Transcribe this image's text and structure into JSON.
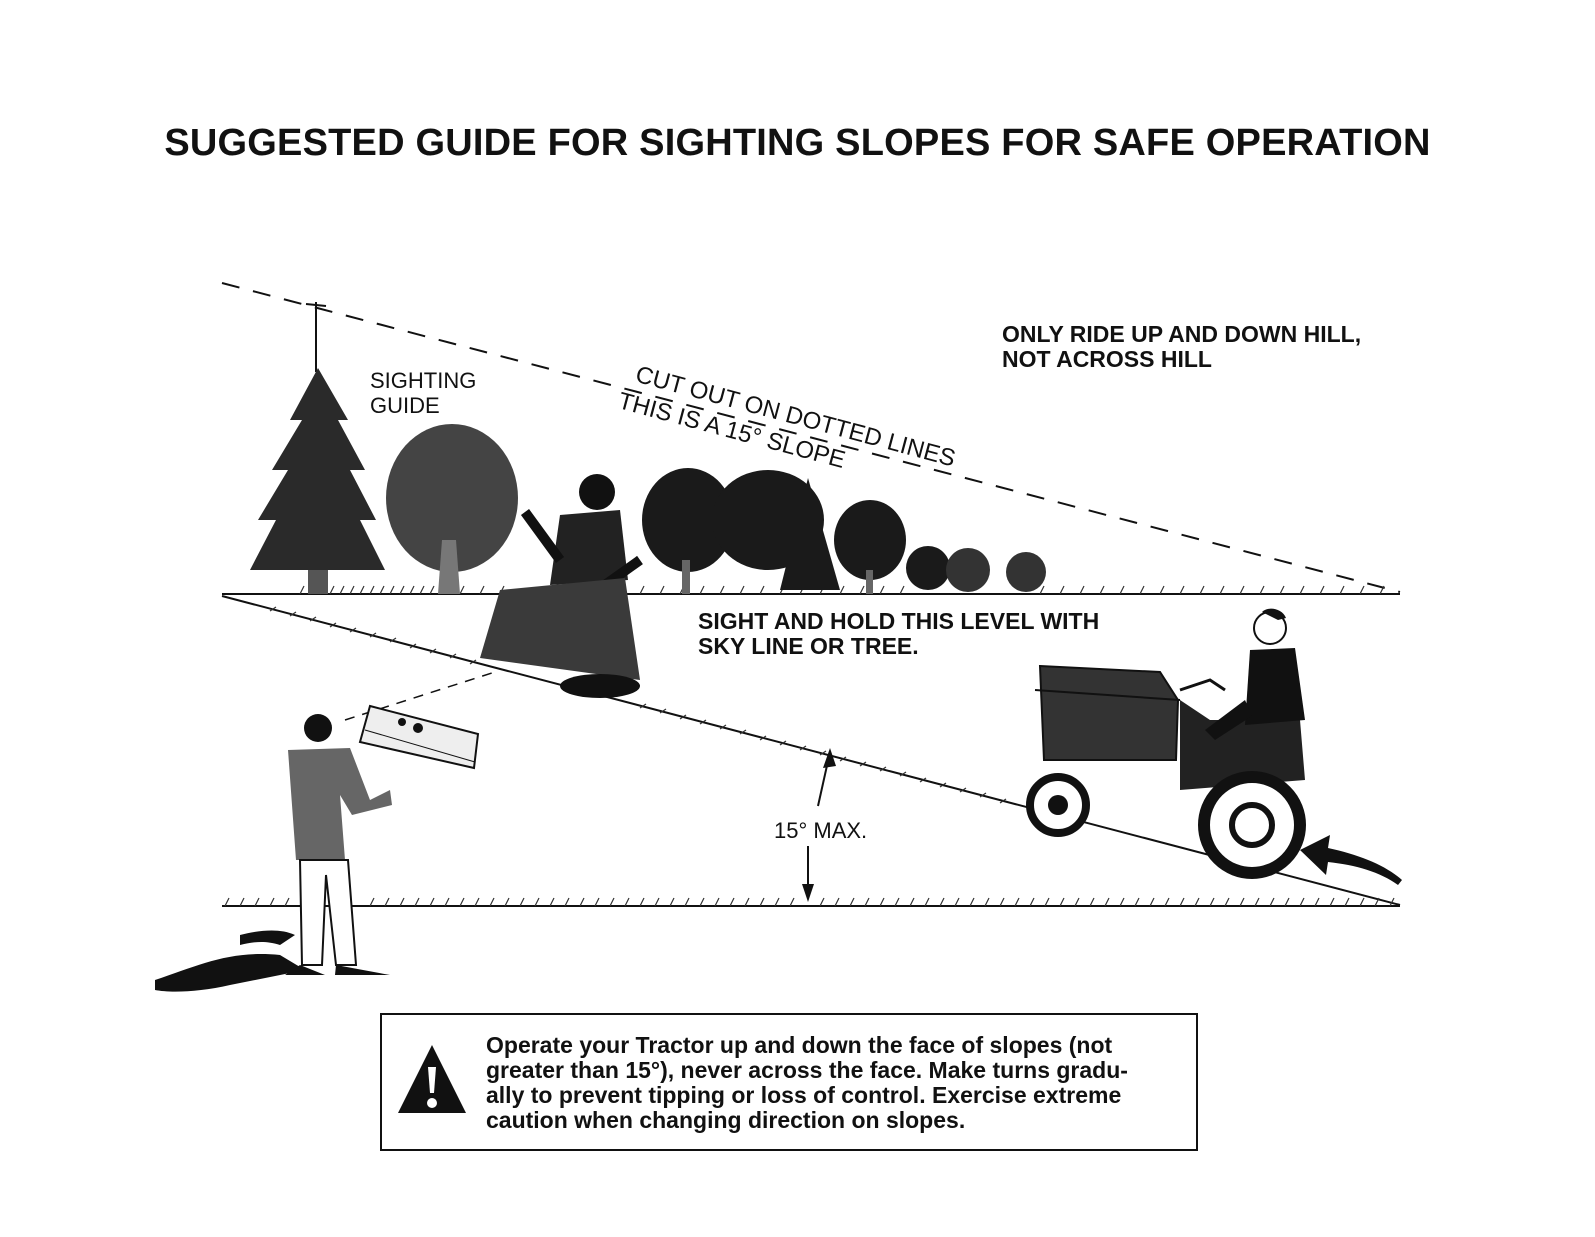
{
  "title": "SUGGESTED GUIDE FOR SIGHTING SLOPES FOR SAFE OPERATION",
  "figure": {
    "sighting_guide_label": [
      "SIGHTING",
      "GUIDE"
    ],
    "cut_out_label": "CUT OUT ON DOTTED LINES",
    "slope_label": "THIS IS A 15° SLOPE",
    "ride_instruction": [
      "ONLY RIDE UP AND DOWN HILL,",
      "NOT ACROSS HILL"
    ],
    "hold_instruction": [
      "SIGHT AND HOLD THIS LEVEL WITH",
      "SKY LINE OR TREE."
    ],
    "max_angle_label": "15° MAX."
  },
  "warning": {
    "icon": "warning-triangle-icon",
    "lines": [
      "Operate your Tractor up and down the face of slopes (not",
      "greater than 15°), never across the face. Make turns gradu-",
      "ally to prevent tipping or loss of control. Exercise extreme",
      "caution when changing direction on slopes."
    ]
  }
}
